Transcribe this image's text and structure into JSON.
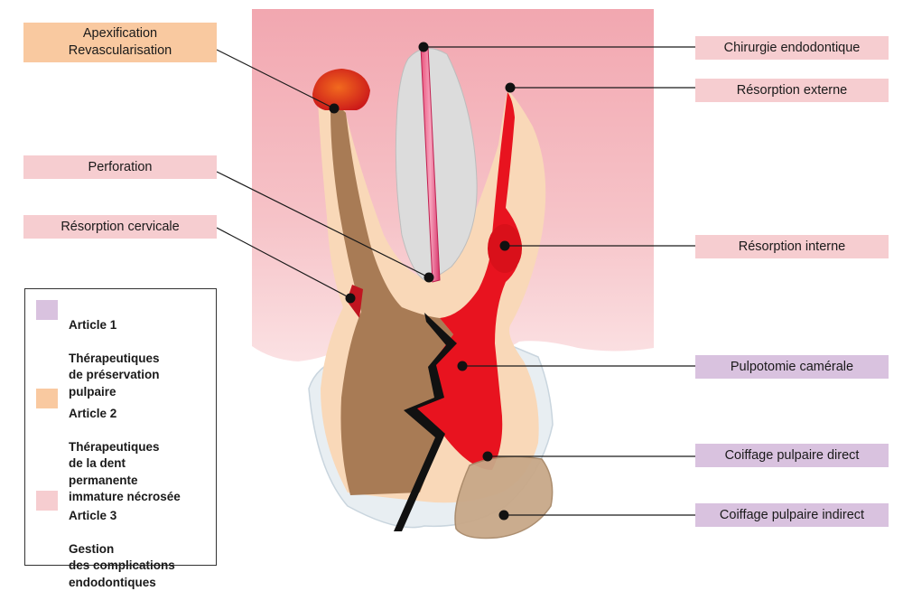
{
  "labels": {
    "apexification": "Apexification",
    "revascularisation": "Revascularisation",
    "perforation": "Perforation",
    "resorption_cervicale": "Résorption cervicale",
    "chirurgie_endodontique": "Chirurgie endodontique",
    "resorption_externe": "Résorption externe",
    "resorption_interne": "Résorption interne",
    "pulpotomie_camerale": "Pulpotomie camérale",
    "coiffage_direct": "Coiffage pulpaire direct",
    "coiffage_indirect": "Coiffage pulpaire indirect"
  },
  "legend": {
    "items": [
      {
        "title": "Article 1",
        "text": "Thérapeutiques\nde préservation\npulpaire"
      },
      {
        "title": "Article 2",
        "text": "Thérapeutiques\nde la dent\npermanente\nimmature nécrosée"
      },
      {
        "title": "Article 3",
        "text": "Gestion\ndes complications\nendodontiques"
      }
    ]
  },
  "colors": {
    "article1": "#d9c2df",
    "article2": "#f9c9a0",
    "article3": "#f6cdd0",
    "pulp": "#e8131f",
    "necrotic": "#a87b55",
    "dentin": "#f9d8b8",
    "gum": "#f4b5bb"
  }
}
